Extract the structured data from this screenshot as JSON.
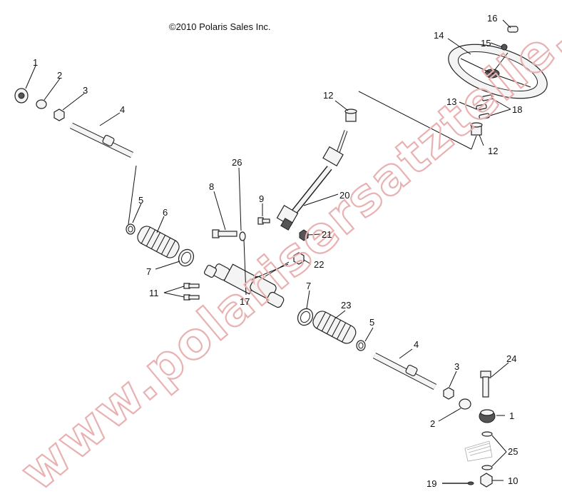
{
  "copyright": "©2010 Polaris Sales Inc.",
  "watermark": "www.polarisersatzteile.de",
  "callouts": [
    "1",
    "2",
    "3",
    "4",
    "5",
    "6",
    "7",
    "8",
    "9",
    "10",
    "11",
    "12",
    "13",
    "14",
    "15",
    "16",
    "17",
    "18",
    "19",
    "20",
    "21",
    "22",
    "23",
    "24",
    "25",
    "26"
  ],
  "colors": {
    "watermark": "#e9b1b1",
    "lines": "#111111"
  }
}
